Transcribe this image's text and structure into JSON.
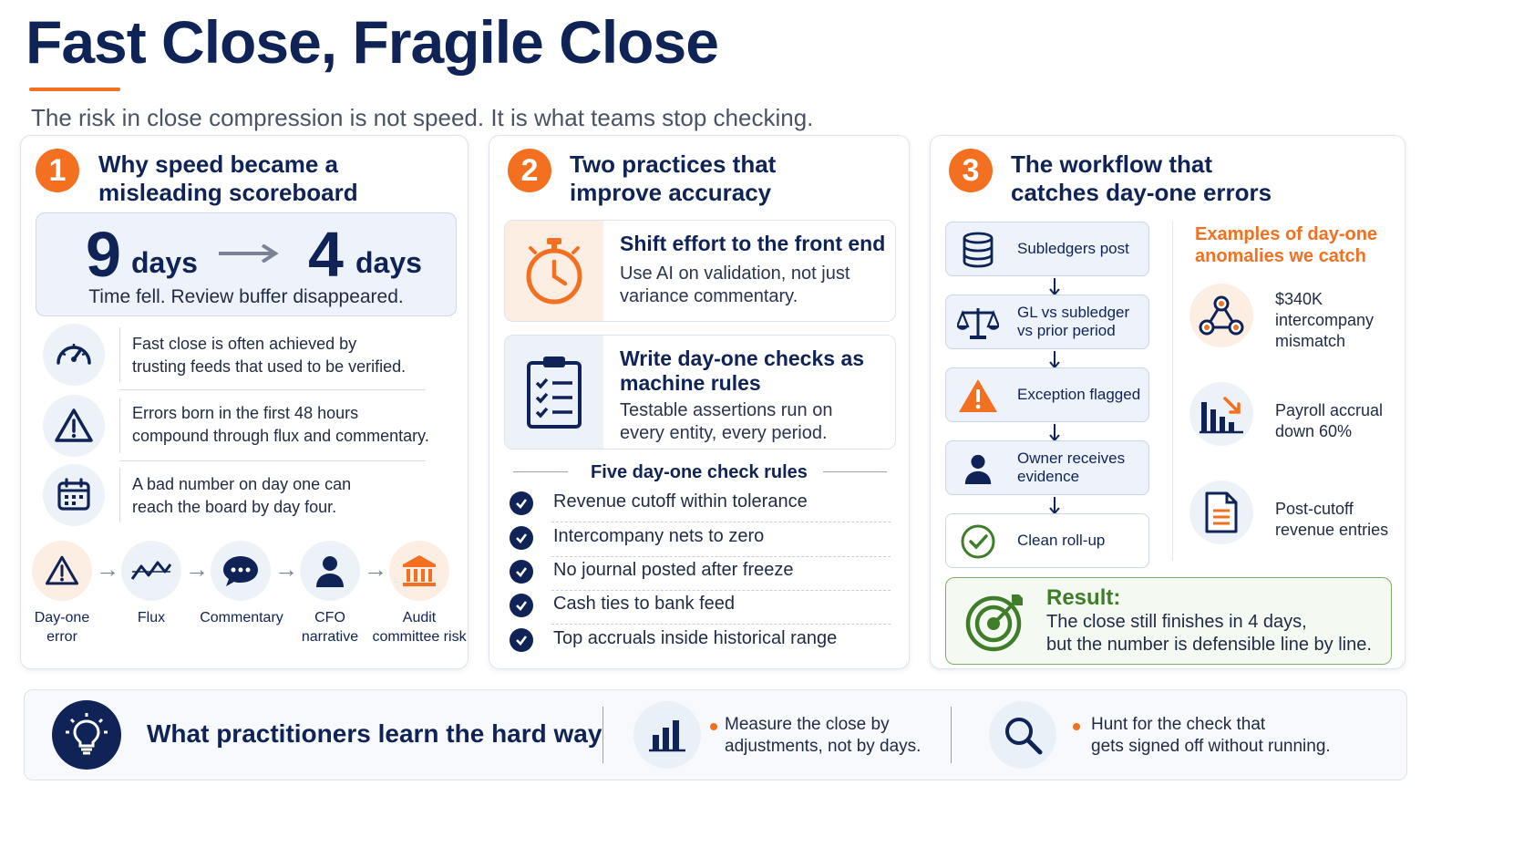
{
  "header": {
    "title": "Fast Close, Fragile Close",
    "subtitle": "The risk in close compression is not speed. It is what teams stop checking."
  },
  "colors": {
    "navy": "#0f2356",
    "orange": "#f37021",
    "green": "#3f7d2a"
  },
  "section1": {
    "number": "1",
    "title_line1": "Why speed became a",
    "title_line2": "misleading scoreboard",
    "from_value": "9",
    "from_unit": "days",
    "to_value": "4",
    "to_unit": "days",
    "caption": "Time fell. Review buffer disappeared.",
    "reasons": [
      {
        "icon": "speedometer-icon",
        "line1": "Fast close is often achieved by",
        "line2": "trusting feeds that used to be verified."
      },
      {
        "icon": "warning-icon",
        "line1": "Errors born in the first 48 hours",
        "line2": "compound through flux and commentary."
      },
      {
        "icon": "calendar-icon",
        "line1": "A bad number on day one can",
        "line2": "reach the board by day four."
      }
    ],
    "chain": [
      {
        "icon": "warning-icon",
        "line1": "Day-one",
        "line2": "error"
      },
      {
        "icon": "flux-line-icon",
        "line1": "Flux",
        "line2": ""
      },
      {
        "icon": "chat-bubble-icon",
        "line1": "Commentary",
        "line2": ""
      },
      {
        "icon": "person-icon",
        "line1": "CFO",
        "line2": "narrative"
      },
      {
        "icon": "bank-building-icon",
        "line1": "Audit",
        "line2": "committee risk"
      }
    ]
  },
  "section2": {
    "number": "2",
    "title_line1": "Two practices that",
    "title_line2": "improve accuracy",
    "practices": [
      {
        "icon": "stopwatch-icon",
        "title_line1": "Shift effort to the front end",
        "title_line2": "",
        "body_line1": "Use AI on validation, not just",
        "body_line2": "variance commentary."
      },
      {
        "icon": "clipboard-checklist-icon",
        "title_line1": "Write day-one checks as",
        "title_line2": "machine rules",
        "body_line1": "Testable assertions run on",
        "body_line2": "every entity, every period."
      }
    ],
    "rules_heading": "Five day-one check rules",
    "rules": [
      "Revenue cutoff within tolerance",
      "Intercompany nets to zero",
      "No journal posted after freeze",
      "Cash ties to bank feed",
      "Top accruals inside historical range"
    ]
  },
  "section3": {
    "number": "3",
    "title_line1": "The workflow that",
    "title_line2": "catches day-one errors",
    "workflow": [
      {
        "icon": "database-icon",
        "line1": "Subledgers post",
        "line2": ""
      },
      {
        "icon": "balance-scale-icon",
        "line1": "GL vs subledger",
        "line2": "vs prior period"
      },
      {
        "icon": "warning-triangle-icon",
        "line1": "Exception flagged",
        "line2": ""
      },
      {
        "icon": "person-icon",
        "line1": "Owner receives",
        "line2": "evidence"
      },
      {
        "icon": "check-circle-icon",
        "line1": "Clean roll-up",
        "line2": ""
      }
    ],
    "examples_heading_line1": "Examples of day-one",
    "examples_heading_line2": "anomalies we catch",
    "examples": [
      {
        "icon": "network-nodes-icon",
        "line1": "$340K",
        "line2": "intercompany",
        "line3": "mismatch"
      },
      {
        "icon": "bar-chart-down-icon",
        "line1": "Payroll accrual",
        "line2": "down 60%",
        "line3": ""
      },
      {
        "icon": "document-icon",
        "line1": "Post-cutoff",
        "line2": "revenue entries",
        "line3": ""
      }
    ],
    "result_title": "Result:",
    "result_line1": "The close still finishes in 4 days,",
    "result_line2": "but the number is defensible line by line."
  },
  "banner": {
    "title": "What practitioners learn the hard way",
    "lessons": [
      {
        "icon": "bar-chart-icon",
        "line1": "Measure the close by",
        "line2": "adjustments, not by days."
      },
      {
        "icon": "magnifier-icon",
        "line1": "Hunt for the check that",
        "line2": "gets signed off without running."
      }
    ]
  }
}
